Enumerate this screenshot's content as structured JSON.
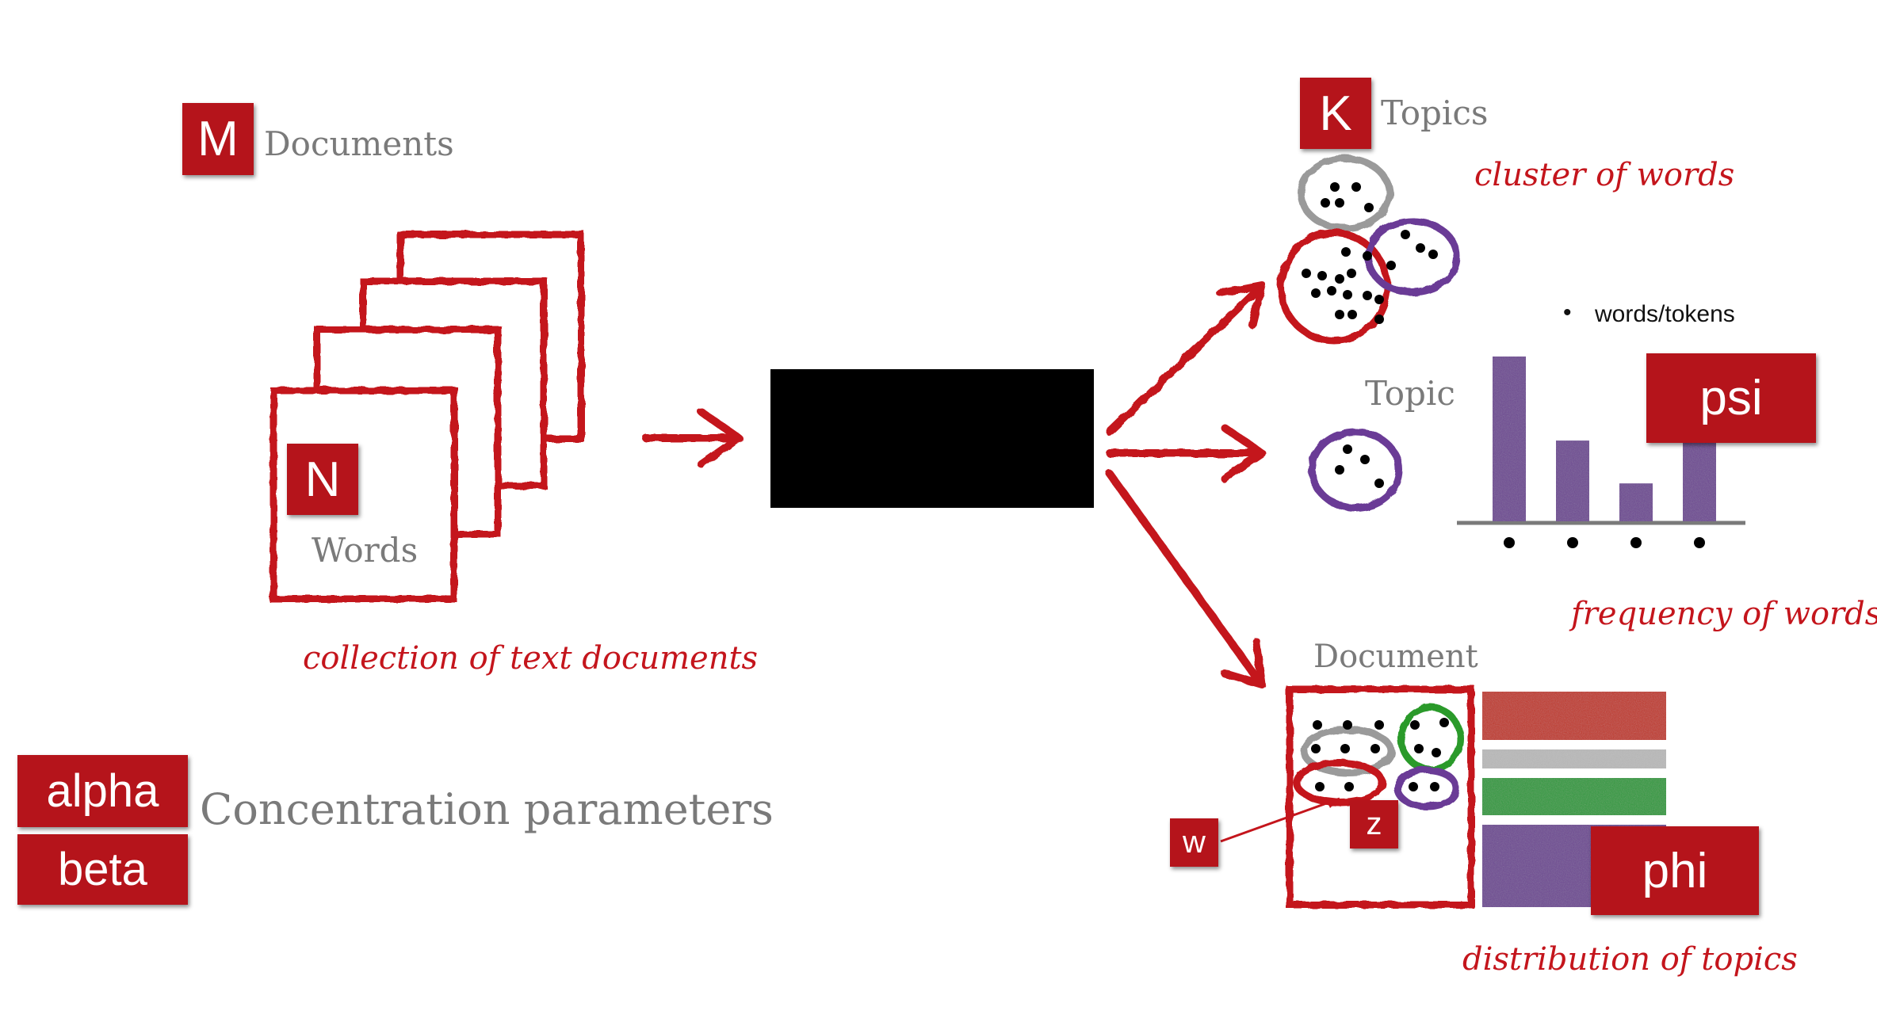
{
  "labels": {
    "m": "M",
    "documents": "Documents",
    "n": "N",
    "words": "Words",
    "k": "K",
    "topics": "Topics",
    "topic": "Topic",
    "document": "Document",
    "words_tokens_bullet": "•",
    "words_tokens": "words/tokens",
    "psi": "psi",
    "phi": "phi",
    "w": "w",
    "z": "z",
    "alpha": "alpha",
    "beta": "beta",
    "concentration": "Concentration parameters"
  },
  "annotations": {
    "collection": "collection of text documents",
    "cluster": "cluster of words",
    "frequency": "frequency of words",
    "distribution": "distribution of topics"
  },
  "colors": {
    "red": "#b5141b",
    "sketch_red": "#c4151c",
    "gray_cluster": "#9a9a9a",
    "purple": "#6a3b96",
    "green": "#2b9a2b",
    "bar_purple": "#6e4a93",
    "topic_red": "#c0392b",
    "topic_gray": "#b9b9b9",
    "topic_green": "#2e9a3c"
  },
  "frequency_bars": [
    1.0,
    0.49,
    0.23,
    0.49
  ],
  "topic_distribution": [
    {
      "color": "red",
      "share": 0.33
    },
    {
      "color": "gray",
      "share": 0.13
    },
    {
      "color": "green",
      "share": 0.25
    },
    {
      "color": "purple",
      "share": 0.56
    }
  ]
}
